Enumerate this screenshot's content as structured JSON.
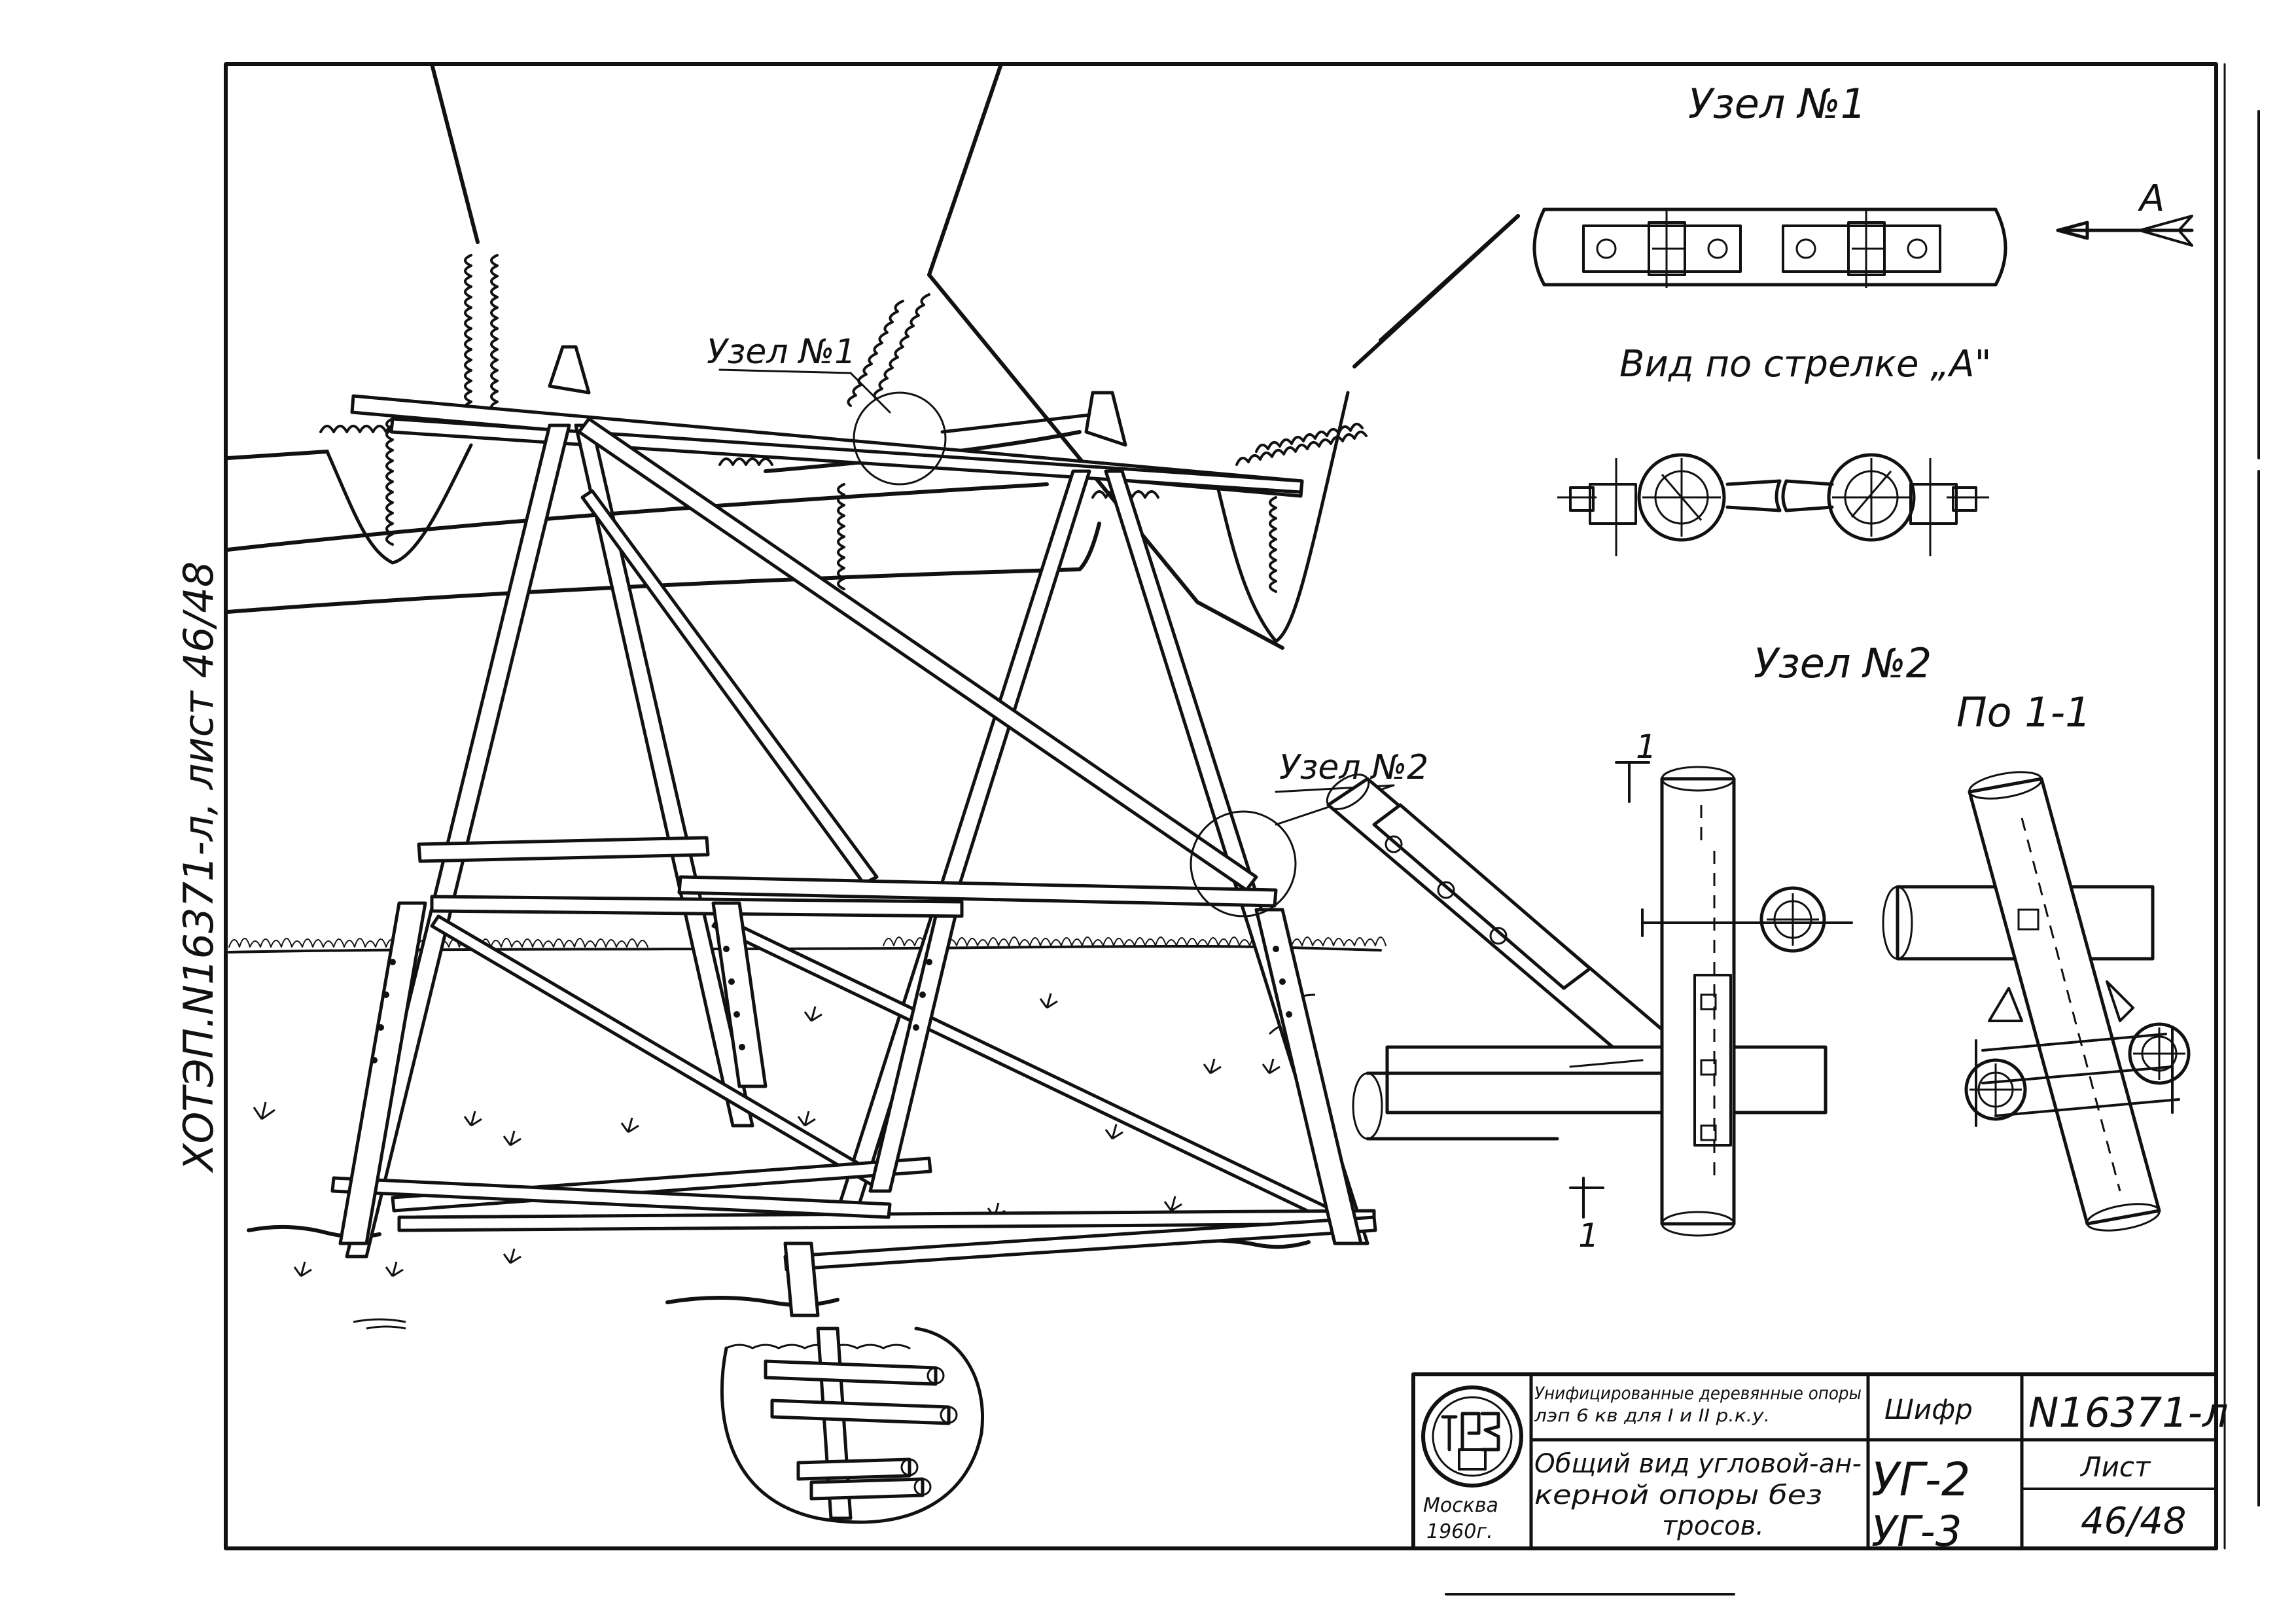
{
  "side_code": "ХОТЭП.N16371-л, лист 46/48",
  "labels": {
    "node1_main": "Узел №1",
    "node1_callout": "Узел №1",
    "arrow_a": "А",
    "view_a": "Вид по стрелке „А\"",
    "node2_main": "Узел №2",
    "node2_callout": "Узел №2",
    "section": "По 1-1",
    "cut_top": "1",
    "cut_bottom": "1"
  },
  "title_block": {
    "org_city": "Москва",
    "org_year": "1960г.",
    "project_line1": "Унифицированные деревянные опоры",
    "project_line2": "лэп 6 кв для I и II р.к.у.",
    "drawing_title_line1": "Общий вид угловой-ан-",
    "drawing_title_line2": "керной опоры без",
    "drawing_title_line3": "тросов.",
    "cipher_label": "Шифр",
    "cipher_1": "УГ-2",
    "cipher_2": "УГ-3",
    "doc_number": "N16371-л",
    "sheet_label": "Лист",
    "sheet_value": "46/48"
  }
}
